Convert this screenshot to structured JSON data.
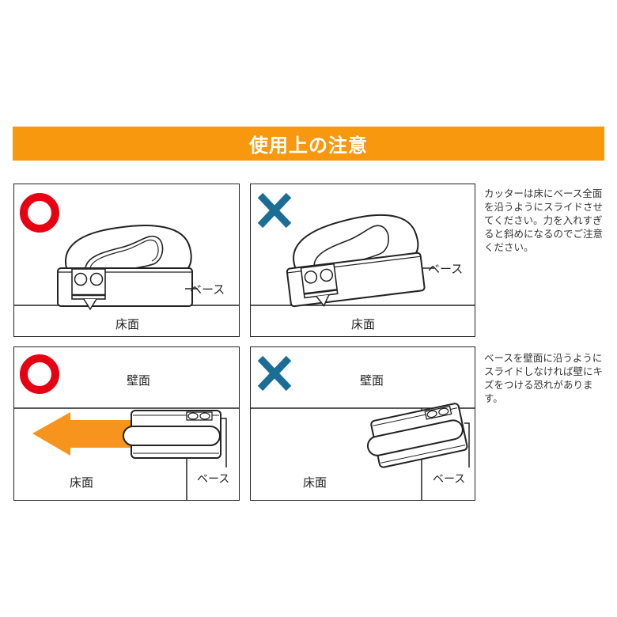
{
  "header": {
    "title": "使用上の注意"
  },
  "colors": {
    "banner": "#F7980F",
    "ok_mark": "#E60012",
    "ng_mark": "#1A6E96",
    "arrow": "#F7941D",
    "line": "#222222"
  },
  "section_floor": {
    "panel_ok": {
      "mark": "circle-ok",
      "base_label": "ベース",
      "floor_label": "床面"
    },
    "panel_ng": {
      "mark": "cross-ng",
      "base_label": "ベース",
      "floor_label": "床面"
    },
    "note": "カッターは床にベース全面を沿うようにスライドさせてください。力を入れすぎると斜めになるのでご注意ください。"
  },
  "section_wall": {
    "panel_ok": {
      "mark": "circle-ok",
      "wall_label": "壁面",
      "floor_label": "床面",
      "base_label": "ベース",
      "arrow": "arrow-left"
    },
    "panel_ng": {
      "mark": "cross-ng",
      "wall_label": "壁面",
      "floor_label": "床面",
      "base_label": "ベース"
    },
    "note": "ベースを壁面に沿うようにスライドしなければ壁にキズをつける恐れがあります。"
  }
}
